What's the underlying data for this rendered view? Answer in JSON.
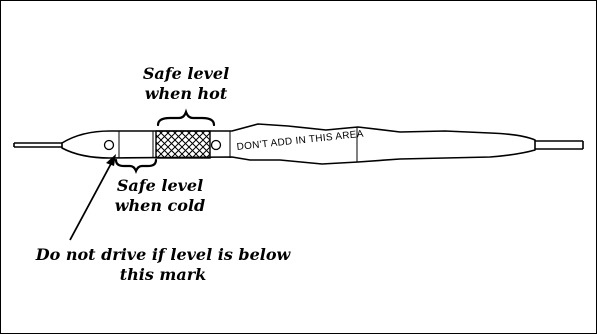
{
  "labels": {
    "safe_hot_line1": "Safe level",
    "safe_hot_line2": "when hot",
    "safe_cold_line1": "Safe level",
    "safe_cold_line2": "when cold",
    "warning_line1": "Do not drive if level is below",
    "warning_line2": "this mark",
    "stick_text": "DON'T ADD IN THIS AREA"
  }
}
